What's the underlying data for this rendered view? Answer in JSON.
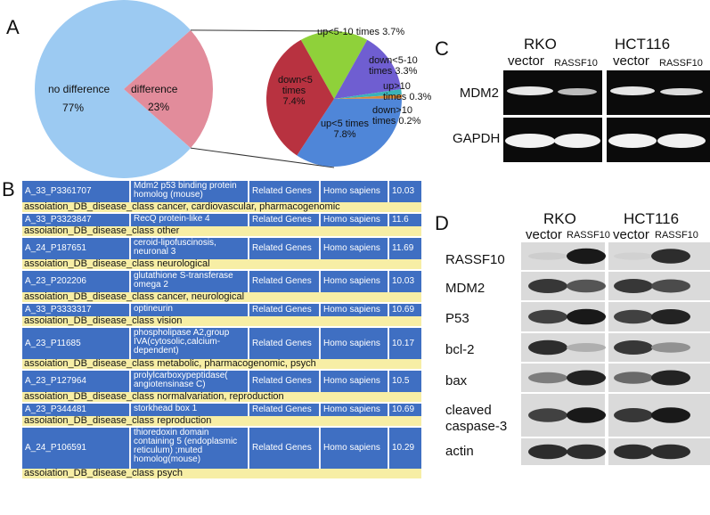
{
  "panels": {
    "a": "A",
    "b": "B",
    "c": "C",
    "d": "D"
  },
  "panelA": {
    "big_pie": {
      "no_diff_label": "no difference",
      "no_diff_pct": "77%",
      "diff_label": "difference",
      "diff_pct": "23%",
      "no_diff_value": 77,
      "diff_value": 23
    },
    "small_pie": {
      "segments": [
        {
          "label_line1": "up<5-10 times 3.7%",
          "label_line2": "",
          "value": 3.7,
          "color": "#8fd13a"
        },
        {
          "label_line1": "down<5-10",
          "label_line2": "times 3.3%",
          "value": 3.3,
          "color": "#6f5ed1"
        },
        {
          "label_line1": "up>10",
          "label_line2": "times 0.3%",
          "value": 0.3,
          "color": "#3bb3b8"
        },
        {
          "label_line1": "down>10",
          "label_line2": "times 0.2%",
          "value": 0.2,
          "color": "#e08a36"
        },
        {
          "label_line1": "up<5 times",
          "label_line2": "7.8%",
          "value": 7.8,
          "color": "#4f86d8"
        },
        {
          "label_line1": "down<5",
          "label_line2": "times",
          "label_line3": "7.4%",
          "value": 7.4,
          "color": "#b83240"
        }
      ]
    },
    "colors": {
      "no_diff": "#9ccaf2",
      "diff": "#e28c9b"
    }
  },
  "panelB": {
    "rows": [
      {
        "id": "A_33_P3361707",
        "desc": "Mdm2 p53 binding protein homolog (mouse)",
        "rel": "Related Genes",
        "species": "Homo sapiens",
        "val": "10.03",
        "assoc": "assoiation_DB_disease_class  cancer, cardiovascular, pharmacogenomic",
        "h": 22
      },
      {
        "id": "A_33_P3323847",
        "desc": "RecQ protein-like 4",
        "rel": "Related Genes",
        "species": "Homo sapiens",
        "val": "11.6",
        "assoc": "assoiation_DB_disease_class  other",
        "h": 11
      },
      {
        "id": "A_24_P187651",
        "desc": "ceroid-lipofuscinosis, neuronal 3",
        "rel": "Related Genes",
        "species": "Homo sapiens",
        "val": "11.69",
        "assoc": "assoiation_DB_disease_class  neurological",
        "h": 22
      },
      {
        "id": "A_23_P202206",
        "desc": "glutathione S-transferase omega 2",
        "rel": "Related Genes",
        "species": "Homo sapiens",
        "val": "10.03",
        "assoc": "assoiation_DB_disease_class  cancer, neurological",
        "h": 22
      },
      {
        "id": "A_33_P3333317",
        "desc": "optineurin",
        "rel": "Related Genes",
        "species": "Homo sapiens",
        "val": "10.69",
        "assoc": "assoiation_DB_disease_class  vision",
        "h": 11
      },
      {
        "id": "A_23_P11685",
        "desc": "phospholipase A2,group IVA(cytosolic,calcium-dependent)",
        "rel": "Related Genes",
        "species": "Homo sapiens",
        "val": "10.17",
        "assoc": "assoiation_DB_disease_class  metabolic, pharmacogenomic, psych",
        "h": 33
      },
      {
        "id": "A_23_P127964",
        "desc": "prolylcarboxypeptidase( angiotensinase C)",
        "rel": "Related Genes",
        "species": "Homo sapiens",
        "val": "10.5",
        "assoc": "assoiation_DB_disease_class  normalvariation, reproduction",
        "h": 22
      },
      {
        "id": "A_23_P344481",
        "desc": "storkhead box 1",
        "rel": "Related Genes",
        "species": "Homo sapiens",
        "val": "10.69",
        "assoc": "assoiation_DB_disease_class  reproduction",
        "h": 11
      },
      {
        "id": "A_24_P106591",
        "desc": "thioredoxin domain containing 5 (endoplasmic reticulum) ;muted homolog(mouse)",
        "rel": "Related Genes",
        "species": "Homo sapiens",
        "val": "10.29",
        "assoc": "assoiation_DB_disease_class  psych",
        "h": 44
      }
    ]
  },
  "panelC": {
    "cell1": "RKO",
    "cell2": "HCT116",
    "vector1": "vector",
    "rassf1": "RASSF10",
    "vector2": "vector",
    "rassf2": "RASSF10",
    "rows": [
      "MDM2",
      "GAPDH"
    ]
  },
  "panelD": {
    "cell1": "RKO",
    "cell2": "HCT116",
    "vector1": "vector",
    "rassf1": "RASSF10",
    "vector2": "vector",
    "rassf2": "RASSF10",
    "rows": [
      "RASSF10",
      "MDM2",
      "P53",
      "bcl-2",
      "bax",
      "cleaved",
      "caspase-3",
      "actin"
    ]
  }
}
